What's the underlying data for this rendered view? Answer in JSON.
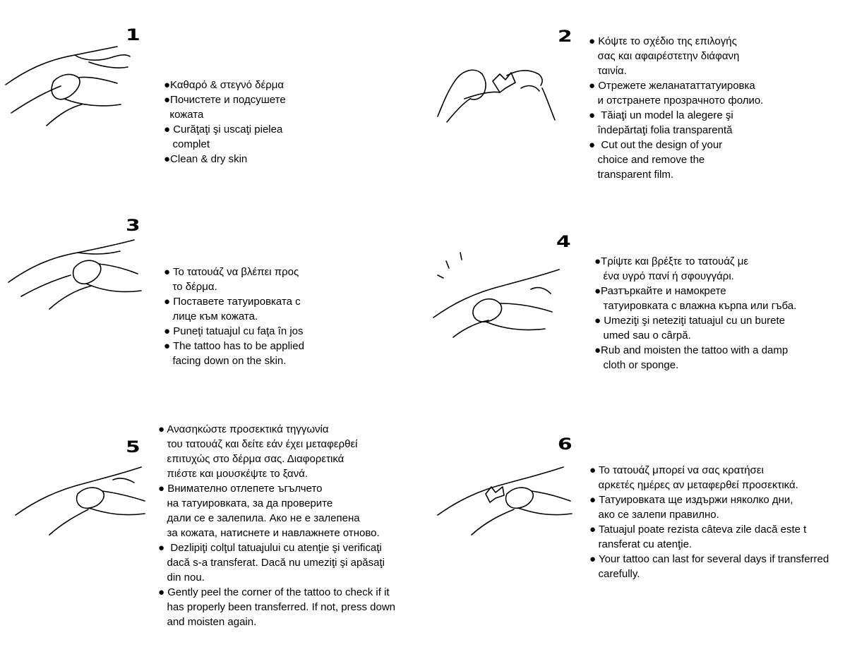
{
  "steps": [
    {
      "number": "1",
      "lines": [
        "●Καθαρό & στεγνό δέρμα",
        "●Почистете и подсушете",
        "  кожата",
        "● Curăţaţi şi uscaţi pielea",
        "   complet",
        "●Clean & dry skin"
      ]
    },
    {
      "number": "2",
      "lines": [
        "● Κόψτε το σχέδιο της επιλογής",
        "   σας και αφαιρέστετην διάφανη",
        "   ταινία.",
        "● Отрежете желанататтатуировка",
        "   и отстранете прозрачното фолио.",
        "●  Tăiaţi un model la alegere şi",
        "   îndepărtaţi folia transparentă",
        "●  Cut out the design of your",
        "   choice and remove the",
        "   transparent film."
      ]
    },
    {
      "number": "3",
      "lines": [
        "● Το τατουάζ να βλέπει προς",
        "   το δέρμα.",
        "● Поставете татуировката с",
        "   лице към кожата.",
        "● Puneţi tatuajul cu faţa în jos",
        "● The tattoo has to be applied",
        "   facing down on the skin."
      ]
    },
    {
      "number": "4",
      "lines": [
        "●Τρίψτε και βρέξτε το τατουάζ με",
        "   ένα υγρό πανί ή σφουγγάρι.",
        "●Разтъркайте и намокрете",
        "   татуировката с влажна кърпа или гъба.",
        "● Umeziţi şi neteziţi tatuajul cu un burete",
        "   umed sau o cârpă.",
        "●Rub and moisten the tattoo with a damp",
        "   cloth or sponge."
      ]
    },
    {
      "number": "5",
      "lines": [
        "● Ανασηκώστε προσεκτικά τηγγωνία",
        "   του τατουάζ και δείτε εάν έχει μεταφερθεί",
        "   επιτυχώς στο δέρμα σας. Διαφορετικά",
        "   πιέστε και μουσκέψτε το ξανά.",
        "● Внимателно отлепете ъгълчето",
        "   на татуировката, за да проверите",
        "   дали се е залепила. Ако не е залепена",
        "   за кожата, натиснете и навлажнете отново.",
        "●  Dezlipiţi colţul tatuajului cu atenţie şi verificaţi",
        "   dacă s-a transferat. Dacă nu umeziţi şi apăsaţi",
        "   din nou.",
        "● Gently peel the corner of the tattoo to check if it",
        "   has properly been transferred. If not, press down",
        "   and moisten again."
      ]
    },
    {
      "number": "6",
      "lines": [
        "● Το τατουάζ μπορεί να σας κρατήσει",
        "   αρκετές ημέρες αν μεταφερθεί προσεκτικά.",
        "● Татуировката ще издържи няколко дни,",
        "   ако се залепи правилно.",
        "● Tatuajul poate rezista câteva zile dacă este t",
        "   ransferat cu atenţie.",
        "● Your tattoo can last for several days if transferred",
        "   carefully."
      ]
    }
  ]
}
